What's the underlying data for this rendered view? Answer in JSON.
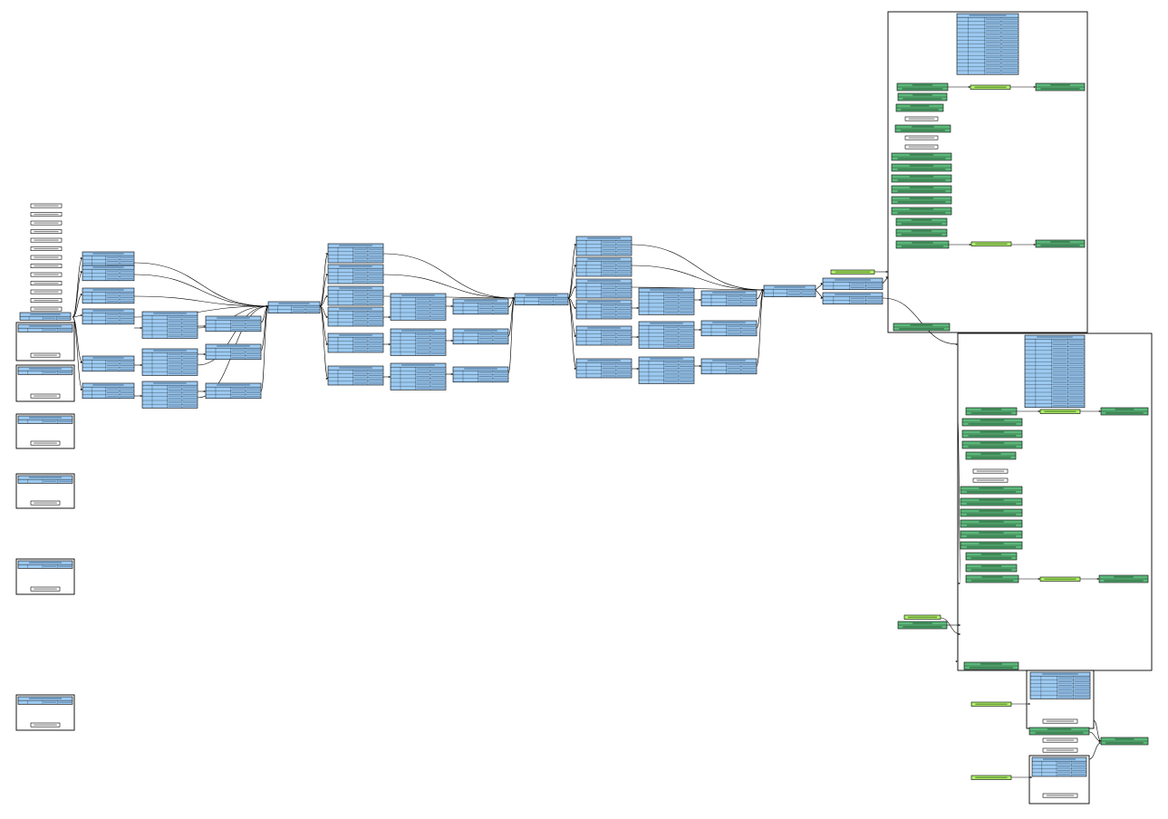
{
  "diagram": {
    "title": "",
    "colors": {
      "table_fill": "#9cc9f0",
      "table_border": "#000000",
      "reshape_fill": "#5cb87a",
      "constant_fill": "#aef06a",
      "cluster_border": "#000000",
      "edge": "#000000",
      "small_label_fill": "#ffffff"
    },
    "node_kinds": [
      "table-node",
      "reshape-node",
      "constant-node",
      "cluster-box",
      "small-label-node"
    ],
    "note": ""
  }
}
